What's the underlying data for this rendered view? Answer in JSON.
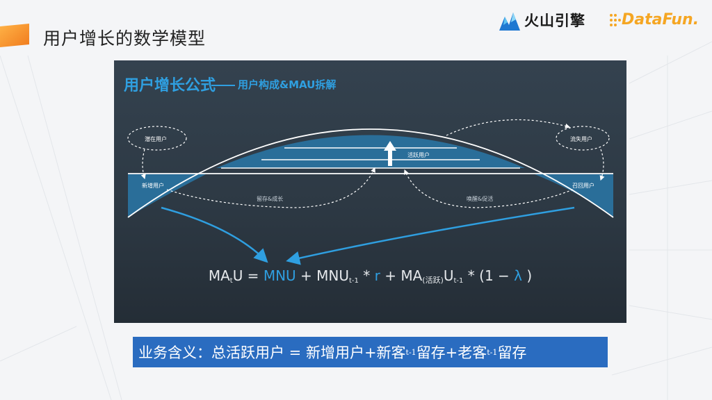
{
  "slide": {
    "title": "用户增长的数学模型"
  },
  "logos": {
    "volcano": "火山引擎",
    "datafun": "DataFun."
  },
  "diagram": {
    "title": "用户增长公式",
    "subtitle": "用户构成&MAU拆解",
    "labels": {
      "potential": "潜在用户",
      "churned": "流失用户",
      "new": "新增用户",
      "recalled": "召回用户",
      "active": "活跃用户",
      "retention": "留存&成长",
      "wake": "唤醒&促活"
    },
    "formula": {
      "lhs_a": "MA",
      "lhs_sub": "t",
      "lhs_b": "U",
      "eq": " = ",
      "mnu": "MNU",
      "plus1": " + MNU",
      "sub1": "t-1",
      "times1": " * ",
      "r": "r",
      "plus2": " + MA",
      "active_tag": "(活跃)",
      "u2": "U",
      "sub2": "t-1",
      "tail": " * (1 − ",
      "lambda": "λ",
      "close": " )"
    }
  },
  "meaning": {
    "prefix": "业务含义：总活跃用户 = 新增用户+新客",
    "sub1": "t-1",
    "mid": "留存+老客",
    "sub2": "t-1",
    "suffix": "留存"
  },
  "colors": {
    "accent_blue": "#2f9fe0",
    "box_blue": "#2a6cc0",
    "accent_orange": "#f5a623"
  }
}
